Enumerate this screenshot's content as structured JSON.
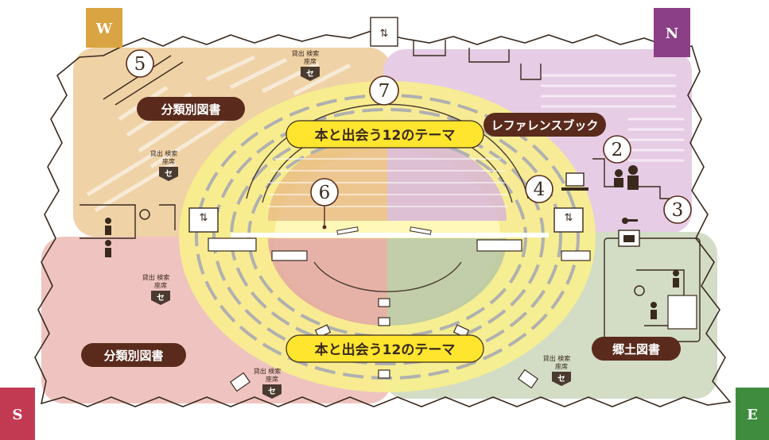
{
  "compass": {
    "w": "W",
    "n": "N",
    "s": "S",
    "e": "E"
  },
  "zones": {
    "nw_label": "分類別図書",
    "sw_label": "分類別図書",
    "reference_label": "レファレンスブック",
    "local_label": "郷土図書",
    "theme_top_label": "本と出会う12のテーマ",
    "theme_bottom_label": "本と出会う12のテーマ"
  },
  "markers": {
    "m2": "2",
    "m3": "3",
    "m4": "4",
    "m5": "5",
    "m6": "6",
    "m7": "7"
  },
  "kiosks": [
    {
      "line1": "貸出 検索",
      "line2": "座席",
      "badge": "セ"
    },
    {
      "line1": "貸出 検索",
      "line2": "座席",
      "badge": "セ"
    },
    {
      "line1": "貸出 検索",
      "line2": "座席",
      "badge": "セ"
    },
    {
      "line1": "貸出 検索",
      "line2": "座席",
      "badge": "セ"
    },
    {
      "line1": "貸出 検索",
      "line2": "座席",
      "badge": "セ"
    }
  ],
  "colors": {
    "west": "#d9a441",
    "north": "#8a3f86",
    "south": "#c23a52",
    "east": "#3f8c3e",
    "nw_zone": "#efd2a6",
    "ne_zone": "#e6cce4",
    "sw_zone": "#efc4c0",
    "se_zone": "#d3ddc6",
    "theme_ring": "#f8ef8c",
    "label_bg": "#5a2b1c",
    "theme_label_bg": "#ffe52e"
  }
}
